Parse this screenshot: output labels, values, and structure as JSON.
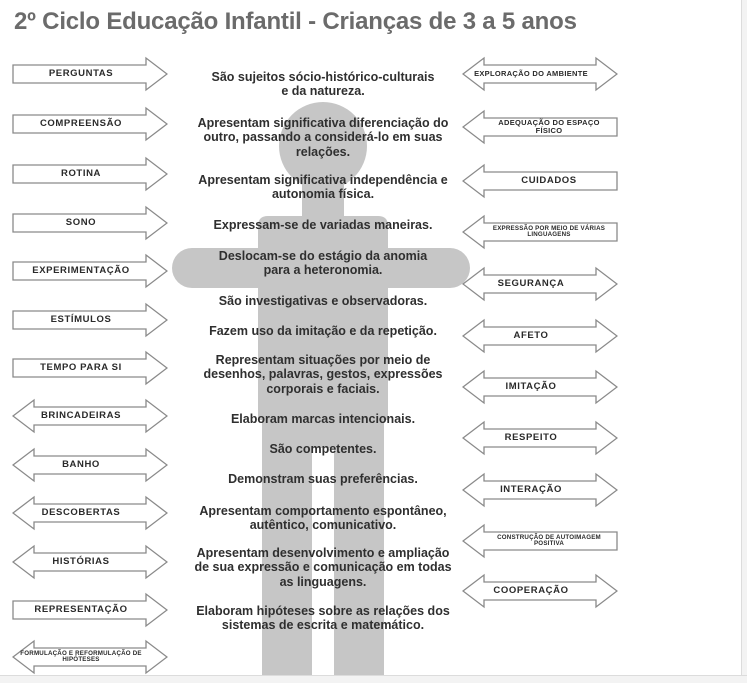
{
  "title": "2º Ciclo Educação Infantil - Crianças de 3 a 5 anos",
  "colors": {
    "figure": "#c6c6c6",
    "text": "#2f2f2f",
    "title": "#6b6b6b",
    "arrow_stroke": "#8a8a8a"
  },
  "left_arrows": [
    {
      "label": "PERGUNTAS",
      "direction": "right"
    },
    {
      "label": "COMPREENSÃO",
      "direction": "right"
    },
    {
      "label": "ROTINA",
      "direction": "right"
    },
    {
      "label": "SONO",
      "direction": "right"
    },
    {
      "label": "EXPERIMENTAÇÃO",
      "direction": "right"
    },
    {
      "label": "ESTÍMULOS",
      "direction": "right"
    },
    {
      "label": "TEMPO PARA SI",
      "direction": "right"
    },
    {
      "label": "BRINCADEIRAS",
      "direction": "both"
    },
    {
      "label": "BANHO",
      "direction": "both"
    },
    {
      "label": "DESCOBERTAS",
      "direction": "both"
    },
    {
      "label": "HISTÓRIAS",
      "direction": "both"
    },
    {
      "label": "REPRESENTAÇÃO",
      "direction": "right"
    },
    {
      "label": "FORMULAÇÃO E REFORMULAÇÃO DE HIPÓTESES",
      "direction": "both"
    }
  ],
  "right_arrows": [
    {
      "label": "EXPLORAÇÃO DO AMBIENTE",
      "direction": "both"
    },
    {
      "label": "ADEQUAÇÃO DO ESPAÇO FÍSICO",
      "direction": "left"
    },
    {
      "label": "CUIDADOS",
      "direction": "left"
    },
    {
      "label": "EXPRESSÃO POR MEIO DE VÁRIAS LINGUAGENS",
      "direction": "left"
    },
    {
      "label": "SEGURANÇA",
      "direction": "both"
    },
    {
      "label": "AFETO",
      "direction": "both"
    },
    {
      "label": "IMITAÇÃO",
      "direction": "both"
    },
    {
      "label": "RESPEITO",
      "direction": "both"
    },
    {
      "label": "INTERAÇÃO",
      "direction": "both"
    },
    {
      "label": "CONSTRUÇÃO DE AUTOIMAGEM POSITIVA",
      "direction": "left"
    },
    {
      "label": "COOPERAÇÃO",
      "direction": "both"
    }
  ],
  "statements": [
    "São sujeitos sócio-histórico-culturais\ne da natureza.",
    "Apresentam significativa diferenciação do\noutro, passando a considerá-lo em suas\nrelações.",
    "Apresentam significativa independência e\nautonomia física.",
    "Expressam-se de variadas maneiras.",
    "Deslocam-se do estágio da anomia\npara a heteronomia.",
    "São investigativas e observadoras.",
    "Fazem uso da imitação e da repetição.",
    "Representam situações por meio de\ndesenhos, palavras, gestos, expressões\ncorporais e faciais.",
    "Elaboram marcas intencionais.",
    "São competentes.",
    "Demonstram suas preferências.",
    "Apresentam comportamento espontâneo,\nautêntico, comunicativo.",
    "Apresentam desenvolvimento e ampliação\nde sua expressão e comunicação em todas\nas linguagens.",
    "Elaboram hipóteses sobre as relações dos\nsistemas de escrita e matemático."
  ]
}
